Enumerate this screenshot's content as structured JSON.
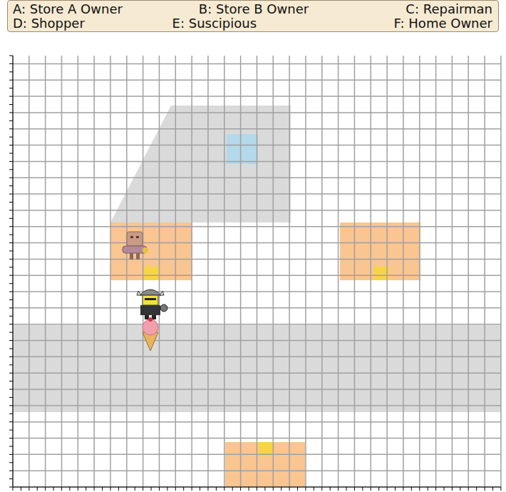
{
  "diagram": {
    "nodes": [
      {
        "text": [
          "A: Store A Owner",
          "B: Store B Owner",
          "C: Repairman",
          "D: Shopper",
          "E: Suscipious",
          "F: Home Owner"
        ]
      }
    ]
  }
}
